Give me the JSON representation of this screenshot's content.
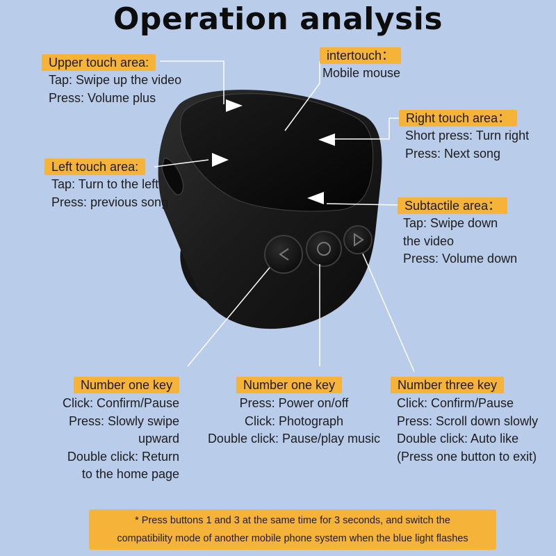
{
  "title": "Operation analysis",
  "colors": {
    "background": "#b9ccea",
    "tag": "#f6b33a",
    "device": "#161616"
  },
  "upper": {
    "label": "Upper touch area:",
    "lines": [
      "Tap: Swipe up the video",
      "Press: Volume plus"
    ]
  },
  "intertouch": {
    "label": "intertouch：",
    "lines": [
      "Mobile mouse"
    ]
  },
  "right_area": {
    "label": "Right touch area：",
    "lines": [
      "Short press: Turn right",
      "Press: Next song"
    ]
  },
  "left_area": {
    "label": "Left touch area:",
    "lines": [
      "Tap: Turn to the left",
      "Press: previous song"
    ]
  },
  "subtactile": {
    "label": "Subtactile area：",
    "lines": [
      "Tap: Swipe down",
      "the video",
      "Press: Volume down"
    ]
  },
  "key_left": {
    "label": "Number one key",
    "lines": [
      "Click: Confirm/Pause",
      "Press: Slowly swipe",
      "upward",
      "Double click: Return",
      "to the home page"
    ]
  },
  "key_middle": {
    "label": "Number one key",
    "lines": [
      "Press: Power on/off",
      "Click: Photograph",
      "Double click: Pause/play music"
    ]
  },
  "key_right": {
    "label": "Number three key",
    "lines": [
      "Click: Confirm/Pause",
      "Press: Scroll down slowly",
      "Double click: Auto like",
      "(Press one button to exit)"
    ]
  },
  "note": {
    "line1": "* Press buttons 1 and 3 at the same time for 3 seconds, and switch the",
    "line2": "compatibility mode of another mobile phone system when the blue light flashes"
  }
}
